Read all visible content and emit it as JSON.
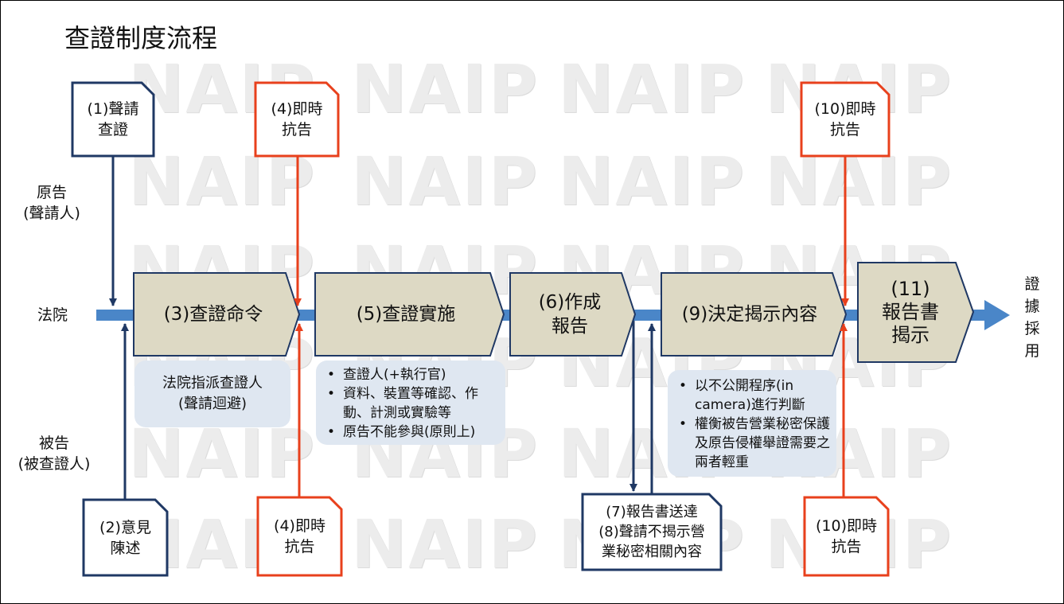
{
  "title": "查證制度流程",
  "watermark": "NAIP",
  "colors": {
    "navy": "#1f3864",
    "red": "#e8401c",
    "stage_fill": "#ddd9c4",
    "stage_border": "#1f3864",
    "flow": "#4a86c8",
    "info_bg": "#dfe7f1"
  },
  "parties": {
    "plaintiff": "原告\n(聲請人)",
    "court": "法院",
    "defendant": "被告\n(被查證人)"
  },
  "stages": [
    {
      "id": "s3",
      "label": "(3)查證命令"
    },
    {
      "id": "s5",
      "label": "(5)查證實施"
    },
    {
      "id": "s6",
      "label": "(6)作成\n報告"
    },
    {
      "id": "s9",
      "label": "(9)決定揭示內容"
    },
    {
      "id": "s11",
      "label": "(11)\n報告書\n揭示"
    }
  ],
  "docs": {
    "d1": "(1)聲請\n查證",
    "d4a": "(4)即時\n抗告",
    "d10a": "(10)即時\n抗告",
    "d2": "(2)意見\n陳述",
    "d4b": "(4)即時\n抗告",
    "d78": "(7)報告書送達\n(8)聲請不揭示營\n業秘密相關內容",
    "d10b": "(10)即時\n抗告"
  },
  "notes": {
    "n3": "法院指派查證人\n(聲請迴避)",
    "n5": [
      "查證人(+執行官)",
      "資料、裝置等確認、作動、計測或實驗等",
      "原告不能參與(原則上)"
    ],
    "n9": [
      "以不公開程序(in camera)進行判斷",
      "權衡被告營業秘密保護及原告侵權舉證需要之兩者輕重"
    ]
  },
  "end_label": "證\n據\n採\n用"
}
